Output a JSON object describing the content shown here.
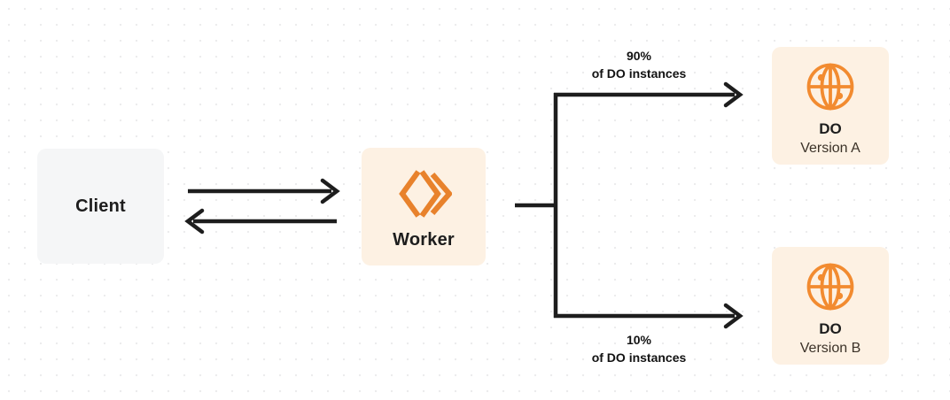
{
  "diagram": {
    "type": "architecture-flow",
    "nodes": [
      {
        "id": "client",
        "label": "Client",
        "fill": "#f5f6f7"
      },
      {
        "id": "worker",
        "label": "Worker",
        "icon": "cloudflare-workers-icon",
        "fill": "#fdf1e3",
        "accent": "#e8822c"
      },
      {
        "id": "do-a",
        "title": "DO",
        "subtitle": "Version A",
        "icon": "globe-icon",
        "fill": "#fdf1e3",
        "accent": "#f28b30"
      },
      {
        "id": "do-b",
        "title": "DO",
        "subtitle": "Version B",
        "icon": "globe-icon",
        "fill": "#fdf1e3",
        "accent": "#f28b30"
      }
    ],
    "edges": [
      {
        "id": "client-to-worker",
        "from": "client",
        "to": "worker",
        "direction": "right"
      },
      {
        "id": "worker-to-client",
        "from": "worker",
        "to": "client",
        "direction": "left"
      },
      {
        "id": "worker-to-do-a",
        "from": "worker",
        "to": "do-a",
        "percent": "90%",
        "caption": "of DO instances"
      },
      {
        "id": "worker-to-do-b",
        "from": "worker",
        "to": "do-b",
        "percent": "10%",
        "caption": "of DO instances"
      }
    ]
  },
  "colors": {
    "background": "#ffffff",
    "dot_grid": "#ececed",
    "stroke": "#1d1d1d",
    "orange": "#f28b30",
    "worker_orange": "#e8822c",
    "cream": "#fdf1e3",
    "gray": "#f5f6f7"
  }
}
